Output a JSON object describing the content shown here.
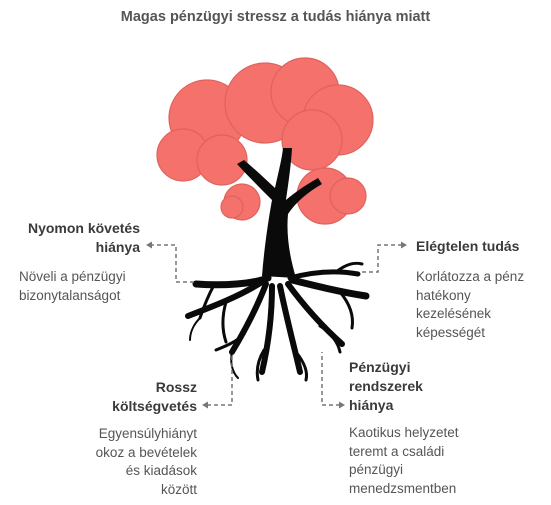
{
  "title": "Magas pénzügyi stressz a tudás hiánya miatt",
  "colors": {
    "canopy": "#f4716c",
    "canopy_stroke": "#e0625d",
    "trunk": "#0a0a0a",
    "connector": "#777777"
  },
  "icons": {
    "tree": "tree-icon"
  },
  "items": [
    {
      "label_lines": [
        "Nyomon követés",
        "hiánya"
      ],
      "desc_lines": [
        "Növeli a pénzügyi",
        "bizonytalanságot"
      ]
    },
    {
      "label_lines": [
        "Elégtelen tudás"
      ],
      "desc_lines": [
        "Korlátozza a pénz",
        "hatékony",
        "kezelésének",
        "képességét"
      ]
    },
    {
      "label_lines": [
        "Rossz",
        "költségvetés"
      ],
      "desc_lines": [
        "Egyensúlyhiányt",
        "okoz a bevételek",
        "és kiadások",
        "között"
      ]
    },
    {
      "label_lines": [
        "Pénzügyi",
        "rendszerek",
        "hiánya"
      ],
      "desc_lines": [
        "Kaotikus helyzetet",
        "teremt a családi",
        "pénzügyi",
        "menedzsmentben"
      ]
    }
  ]
}
